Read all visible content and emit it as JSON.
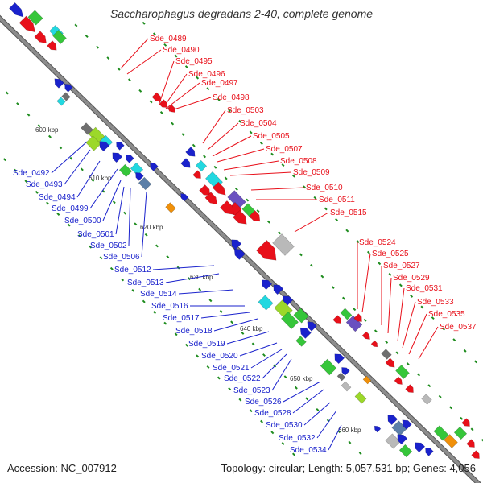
{
  "title": "Saccharophagus degradans 2-40, complete genome",
  "accession": "Accession: NC_007912",
  "summary": "Topology: circular; Length: 5,057,531 bp; Genes: 4,056",
  "colors": {
    "forward_label": "#e8101a",
    "reverse_label": "#1a22cc",
    "backbone": "#8c8c8c",
    "tick": "#1e8c1e"
  },
  "kbp_ticks": [
    "600 kbp",
    "610 kbp",
    "620 kbp",
    "630 kbp",
    "640 kbp",
    "650 kbp",
    "660 kbp"
  ],
  "forward_labels": [
    "Sde_0489",
    "Sde_0490",
    "Sde_0495",
    "Sde_0496",
    "Sde_0497",
    "Sde_0498",
    "Sde_0503",
    "Sde_0504",
    "Sde_0505",
    "Sde_0507",
    "Sde_0508",
    "Sde_0509",
    "Sde_0510",
    "Sde_0511",
    "Sde_0515",
    "Sde_0524",
    "Sde_0525",
    "Sde_0527",
    "Sde_0529",
    "Sde_0531",
    "Sde_0533",
    "Sde_0535",
    "Sde_0537"
  ],
  "reverse_labels": [
    "Sde_0492",
    "Sde_0493",
    "Sde_0494",
    "Sde_0499",
    "Sde_0500",
    "Sde_0501",
    "Sde_0502",
    "Sde_0506",
    "Sde_0512",
    "Sde_0513",
    "Sde_0514",
    "Sde_0516",
    "Sde_0517",
    "Sde_0518",
    "Sde_0519",
    "Sde_0520",
    "Sde_0521",
    "Sde_0522",
    "Sde_0523",
    "Sde_0526",
    "Sde_0528",
    "Sde_0530",
    "Sde_0532",
    "Sde_0534"
  ]
}
